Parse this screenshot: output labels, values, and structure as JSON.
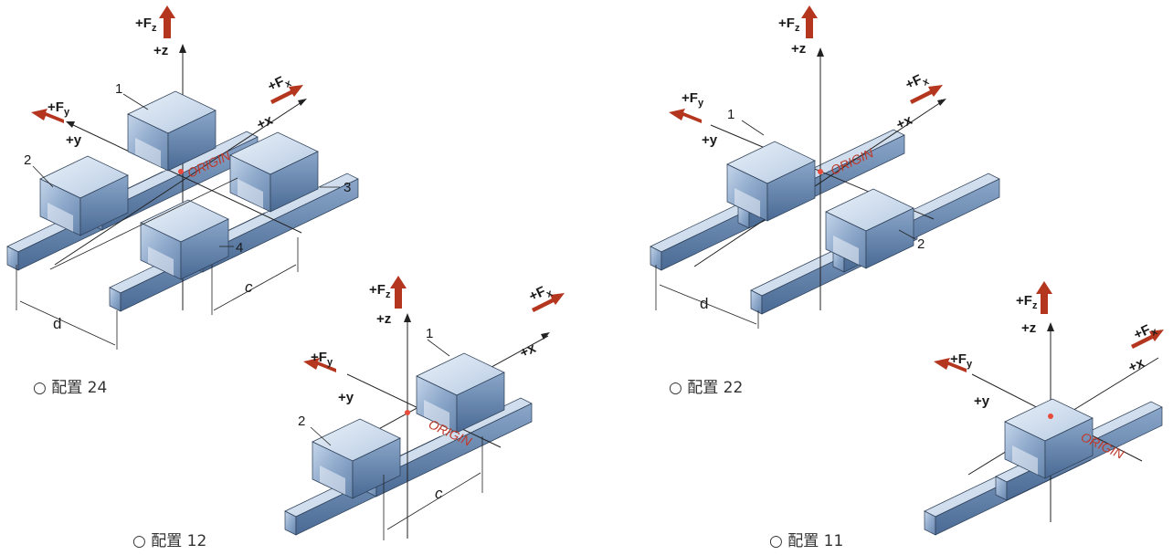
{
  "labels": {
    "origin": "ORIGIN",
    "fz": "+F",
    "fz_sub": "z",
    "fy": "+F",
    "fy_sub": "y",
    "fx": "+F",
    "fx_sub": "x",
    "z": "+z",
    "y": "+y",
    "x": "+x",
    "n1": "1",
    "n2": "2",
    "n3": "3",
    "n4": "4",
    "d": "d",
    "c": "c"
  },
  "captions": {
    "cfg24": "○ 配置 24",
    "cfg12": "○ 配置 12",
    "cfg22": "○ 配置 22",
    "cfg11": "○ 配置 11"
  },
  "colors": {
    "force_arrow": "#b5361f",
    "rail_light": "#cddcef",
    "rail_dark": "#5e7ea8",
    "origin_text": "#c0392b"
  }
}
